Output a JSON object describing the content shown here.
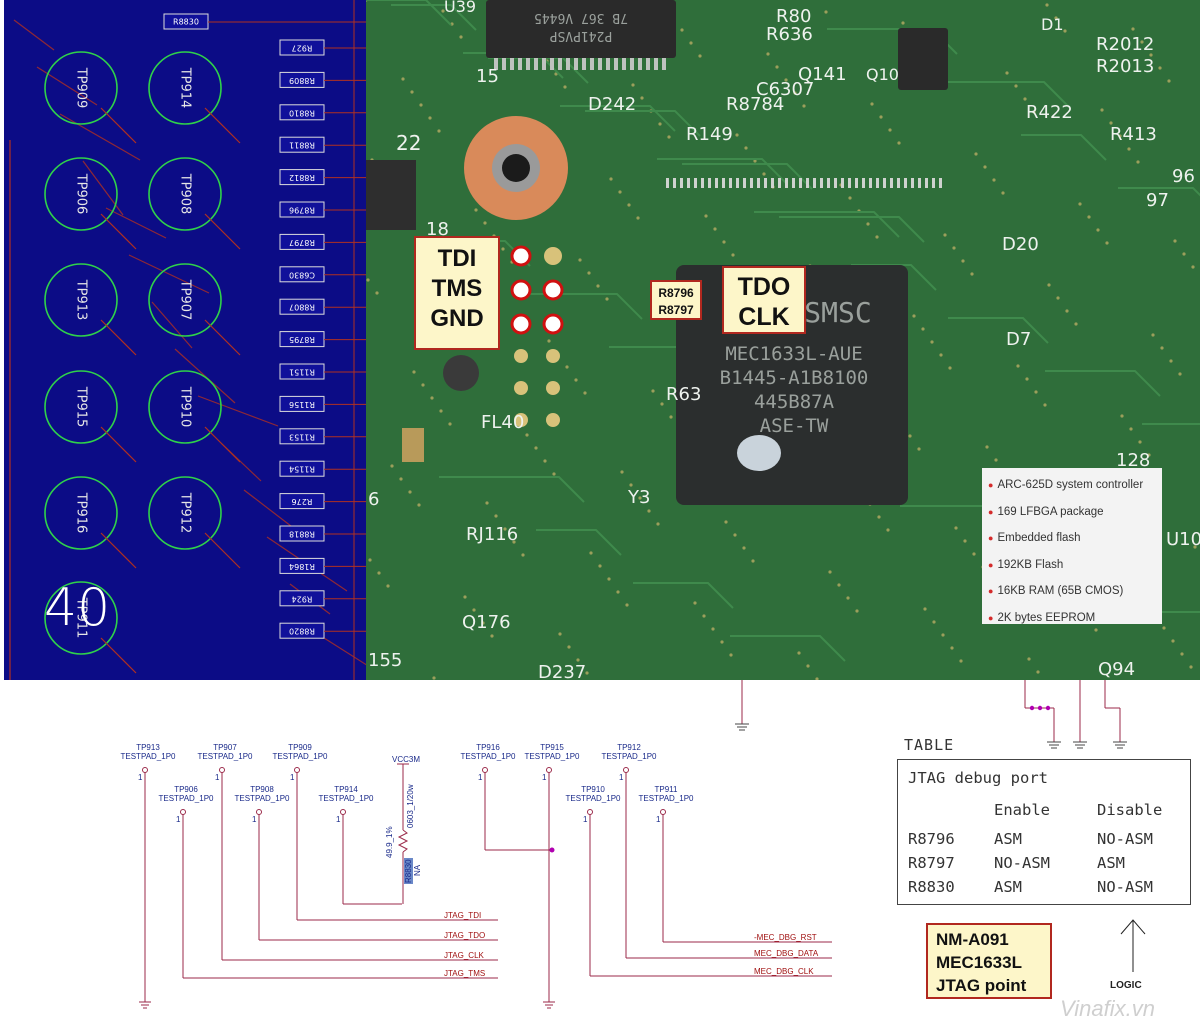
{
  "layout": {
    "test_pads": [
      "TP909",
      "TP914",
      "TP906",
      "TP908",
      "TP913",
      "TP907",
      "TP915",
      "TP910",
      "TP916",
      "TP912",
      "TP911"
    ],
    "resistors": [
      "R8830",
      "R927",
      "R8809",
      "R8810",
      "R8811",
      "R8812",
      "R8796",
      "R8797",
      "C6830",
      "R8807",
      "R8795",
      "R1151",
      "R1156",
      "R1153",
      "R1154",
      "R276",
      "R8818",
      "R1864",
      "R924",
      "R8820"
    ],
    "corner_label": "40"
  },
  "photo": {
    "silkscreen": [
      "U39",
      "15",
      "D242",
      "R149",
      "R8784",
      "C6307",
      "R80",
      "R636",
      "Q141",
      "Q10",
      "D1",
      "R2012",
      "R2013",
      "R422",
      "R413",
      "22",
      "18",
      "D20",
      "96",
      "97",
      "FL40",
      "D7",
      "128",
      "Y3",
      "RJ116",
      "Q176",
      "155",
      "D237",
      "Q94",
      "6",
      "U10",
      "R63"
    ],
    "chip": {
      "brand": "SMSC",
      "part": "MEC1633L-AUE",
      "lot": "B1445-A1B8100",
      "code": "445B87A",
      "origin": "ASE-TW",
      "small_chip": "7B 367 V6445",
      "small_chip2": "P241PVSP"
    },
    "callout_left": [
      "TDI",
      "TMS",
      "GND"
    ],
    "callout_mid": [
      "R8796",
      "R8797"
    ],
    "callout_right": [
      "TDO",
      "CLK"
    ],
    "features": [
      "ARC-625D system controller",
      "169 LFBGA package",
      "Embedded flash",
      "192KB Flash",
      "16KB RAM (65B CMOS)",
      "2K bytes EEPROM"
    ]
  },
  "schematic": {
    "pads_top": [
      {
        "name": "TP913",
        "type": "TESTPAD_1P0"
      },
      {
        "name": "TP907",
        "type": "TESTPAD_1P0"
      },
      {
        "name": "TP909",
        "type": "TESTPAD_1P0"
      },
      {
        "name": "TP916",
        "type": "TESTPAD_1P0"
      },
      {
        "name": "TP915",
        "type": "TESTPAD_1P0"
      },
      {
        "name": "TP912",
        "type": "TESTPAD_1P0"
      }
    ],
    "pads_low": [
      {
        "name": "TP906",
        "type": "TESTPAD_1P0"
      },
      {
        "name": "TP908",
        "type": "TESTPAD_1P0"
      },
      {
        "name": "TP914",
        "type": "TESTPAD_1P0"
      },
      {
        "name": "TP910",
        "type": "TESTPAD_1P0"
      },
      {
        "name": "TP911",
        "type": "TESTPAD_1P0"
      }
    ],
    "vcc": "VCC3M",
    "resistor": {
      "ref": "R8830",
      "value": "49.9_1%",
      "package": "0603_1/20w",
      "note": "NA"
    },
    "nets_left": [
      "JTAG_TDI",
      "JTAG_TDO",
      "JTAG_CLK",
      "JTAG_TMS"
    ],
    "nets_right": [
      "-MEC_DBG_RST",
      "MEC_DBG_DATA",
      "MEC_DBG_CLK"
    ]
  },
  "table": {
    "title": "TABLE",
    "heading": "JTAG debug port",
    "columns": [
      "Enable",
      "Disable"
    ],
    "rows": [
      {
        "ref": "R8796",
        "enable": "ASM",
        "disable": "NO-ASM"
      },
      {
        "ref": "R8797",
        "enable": "NO-ASM",
        "disable": "ASM"
      },
      {
        "ref": "R8830",
        "enable": "ASM",
        "disable": "NO-ASM"
      }
    ]
  },
  "note_box": [
    "NM-A091",
    "MEC1633L",
    "JTAG point"
  ],
  "logic_label": "LOGIC",
  "watermark": "Vinafix.vn",
  "colors": {
    "layout_bg": "#0c0c86",
    "pad_ring": "#2fd24a",
    "board": "#2f6e3a",
    "callout_border": "#b1281f",
    "callout_fill": "#fdf6c9",
    "net": "#a01010"
  }
}
